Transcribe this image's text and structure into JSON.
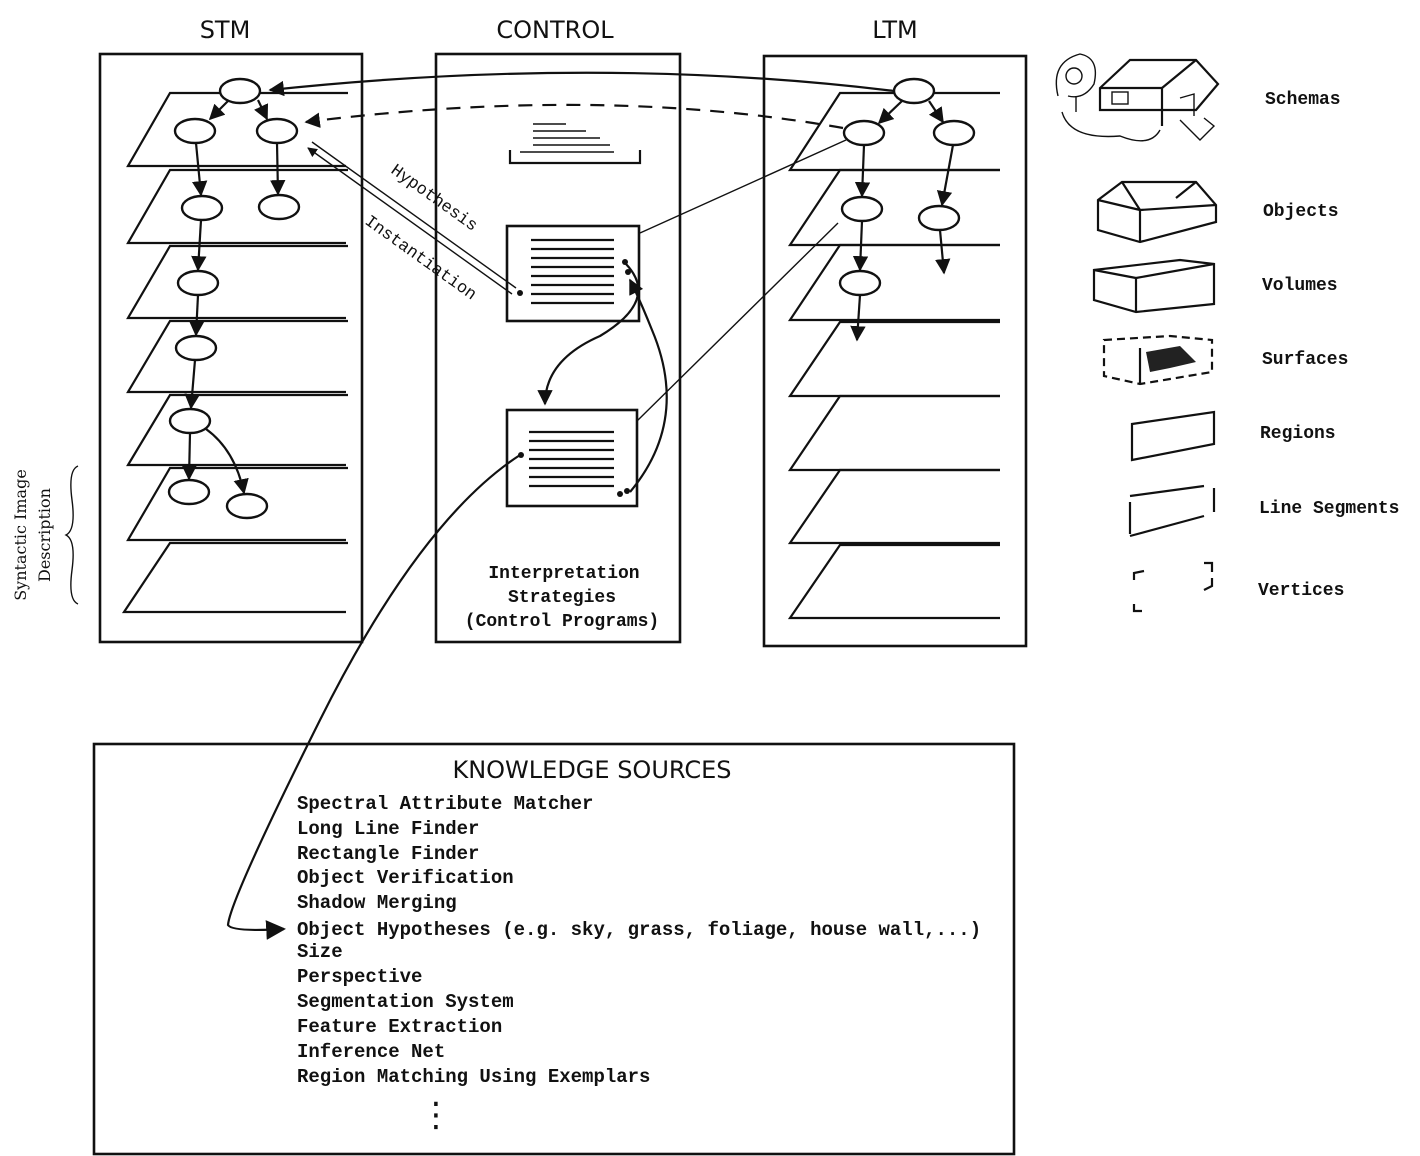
{
  "columns": {
    "stm": "STM",
    "control": "CONTROL",
    "ltm": "LTM"
  },
  "control": {
    "strategies_line1": "Interpretation",
    "strategies_line2": "Strategies",
    "strategies_line3": "(Control Programs)"
  },
  "arrows": {
    "hypothesis": "Hypothesis",
    "instantiation": "Instantiation"
  },
  "side_label": {
    "line1": "Syntactic Image",
    "line2": "Description"
  },
  "legend": [
    {
      "label": "Schemas",
      "icon": "house-scene-icon"
    },
    {
      "label": "Objects",
      "icon": "house-icon"
    },
    {
      "label": "Volumes",
      "icon": "box-volume-icon"
    },
    {
      "label": "Surfaces",
      "icon": "surface-icon"
    },
    {
      "label": "Regions",
      "icon": "region-icon"
    },
    {
      "label": "Line Segments",
      "icon": "line-segments-icon"
    },
    {
      "label": "Vertices",
      "icon": "vertices-icon"
    }
  ],
  "knowledge_sources": {
    "title": "KNOWLEDGE SOURCES",
    "items": [
      "Spectral Attribute Matcher",
      "Long Line Finder",
      "Rectangle Finder",
      "Object Verification",
      "Shadow Merging",
      "Object Hypotheses (e.g. sky, grass, foliage, house wall,...)",
      "Size",
      "Perspective",
      "Segmentation System",
      "Feature Extraction",
      "Inference Net",
      "Region Matching Using Exemplars"
    ],
    "ellipsis": "⋮"
  }
}
